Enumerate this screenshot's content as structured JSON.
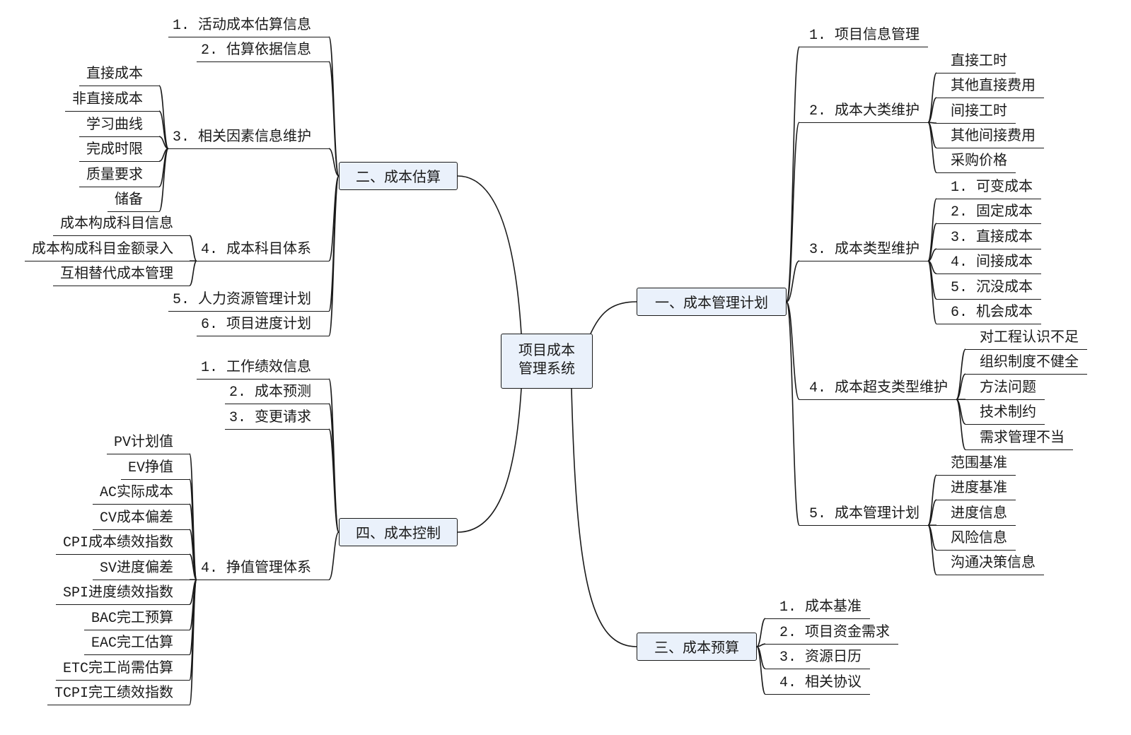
{
  "central_topic": {
    "lines": [
      "项目成本",
      "管理系统"
    ]
  },
  "colors": {
    "topic_fill": "#eaf1fb",
    "line": "#1a1a1a"
  },
  "branches": {
    "planning": {
      "title": "一、成本管理计划",
      "items": [
        {
          "label": "1. 项目信息管理"
        },
        {
          "label": "2. 成本大类维护",
          "children": [
            "直接工时",
            "其他直接费用",
            "间接工时",
            "其他间接费用",
            "采购价格"
          ]
        },
        {
          "label": "3. 成本类型维护",
          "children": [
            "1. 可变成本",
            "2. 固定成本",
            "3. 直接成本",
            "4. 间接成本",
            "5. 沉没成本",
            "6. 机会成本"
          ]
        },
        {
          "label": "4. 成本超支类型维护",
          "children": [
            "对工程认识不足",
            "组织制度不健全",
            "方法问题",
            "技术制约",
            "需求管理不当"
          ]
        },
        {
          "label": "5. 成本管理计划",
          "children": [
            "范围基准",
            "进度基准",
            "进度信息",
            "风险信息",
            "沟通决策信息"
          ]
        }
      ]
    },
    "estimation": {
      "title": "二、成本估算",
      "items": [
        {
          "label": "1. 活动成本估算信息"
        },
        {
          "label": "2. 估算依据信息"
        },
        {
          "label": "3. 相关因素信息维护",
          "children": [
            "直接成本",
            "非直接成本",
            "学习曲线",
            "完成时限",
            "质量要求",
            "储备"
          ]
        },
        {
          "label": "4. 成本科目体系",
          "children": [
            "成本构成科目信息",
            "成本构成科目金额录入",
            "互相替代成本管理"
          ]
        },
        {
          "label": "5. 人力资源管理计划"
        },
        {
          "label": "6. 项目进度计划"
        }
      ]
    },
    "budgeting": {
      "title": "三、成本预算",
      "items": [
        {
          "label": "1. 成本基准"
        },
        {
          "label": "2. 项目资金需求"
        },
        {
          "label": "3. 资源日历"
        },
        {
          "label": "4. 相关协议"
        }
      ]
    },
    "control": {
      "title": "四、成本控制",
      "items": [
        {
          "label": "1. 工作绩效信息"
        },
        {
          "label": "2. 成本预测"
        },
        {
          "label": "3. 变更请求"
        },
        {
          "label": "4. 挣值管理体系",
          "children": [
            "PV计划值",
            "EV挣值",
            "AC实际成本",
            "CV成本偏差",
            "CPI成本绩效指数",
            "SV进度偏差",
            "SPI进度绩效指数",
            "BAC完工预算",
            "EAC完工估算",
            "ETC完工尚需估算",
            "TCPI完工绩效指数"
          ]
        }
      ]
    }
  }
}
